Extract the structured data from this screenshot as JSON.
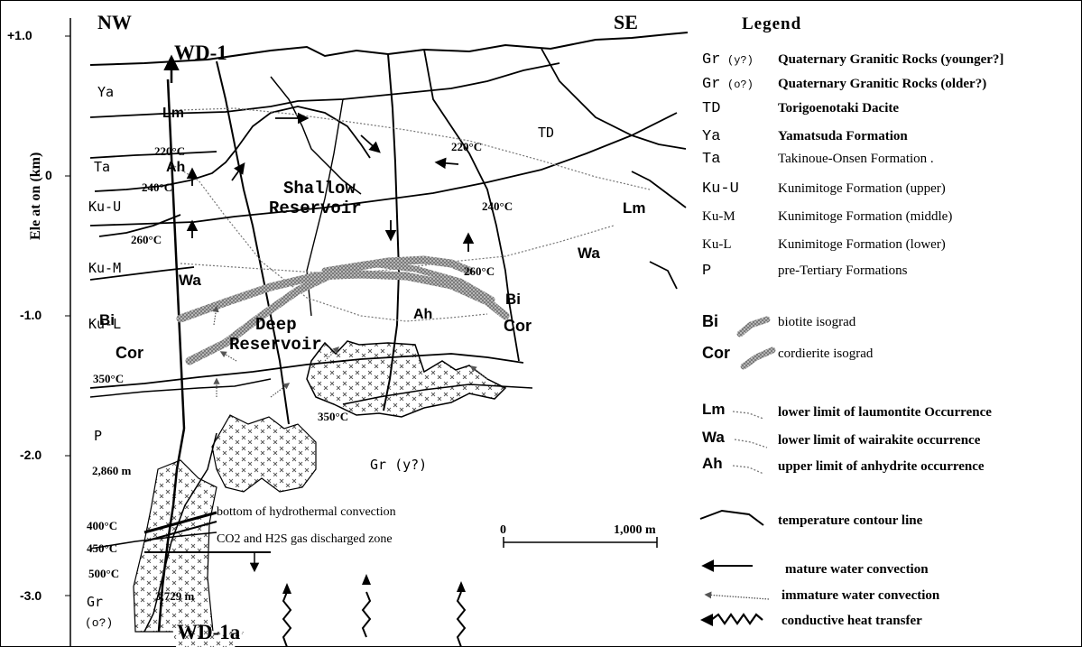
{
  "axis": {
    "label": "Ele at on (km)",
    "ticks": [
      "+1.0",
      "0",
      "-1.0",
      "-2.0",
      "-3.0"
    ]
  },
  "section": {
    "dir_left": "NW",
    "dir_right": "SE",
    "well_top": "WD-1",
    "well_bottom": "WD-1a",
    "reservoir_shallow": [
      "Shallow",
      "Reservoir"
    ],
    "reservoir_deep": [
      "Deep",
      "Reservoir"
    ],
    "formations": {
      "ya": "Ya",
      "td": "TD",
      "ta": "Ta",
      "ku_u": "Ku-U",
      "ku_m": "Ku-M",
      "ku_l": "Ku-L",
      "p": "P",
      "gr_y": "Gr (y?)",
      "gr_o_1": "Gr",
      "gr_o_2": "(o?)"
    },
    "marks": {
      "lm_left": "Lm",
      "lm_right": "Lm",
      "ah_left": "Ah",
      "ah_right": "Ah",
      "wa_left": "Wa",
      "wa_right": "Wa",
      "bi_left": "Bi",
      "bi_right": "Bi",
      "cor_left": "Cor",
      "cor_right": "Cor"
    },
    "temps": {
      "t220_l": "220°C",
      "t220_r": "220°C",
      "t240_l": "240°C",
      "t240_r": "240°C",
      "t260_l": "260°C",
      "t260_r": "260°C",
      "t350_l": "350°C",
      "t350_m": "350°C",
      "t400": "400°C",
      "t450": "450°C",
      "t500": "500°C"
    },
    "depths": {
      "d1": "2,860 m",
      "d2": "3,729 m"
    },
    "notes": {
      "convection_bottom": "bottom of hydrothermal convection",
      "gas_zone": "CO2 and H2S gas discharged zone"
    },
    "scale": {
      "start": "0",
      "end": "1,000 m"
    }
  },
  "legend": {
    "title": "Legend",
    "units": [
      {
        "code": "Gr",
        "sub": "(y?)",
        "text": "Quaternary Granitic Rocks (younger?]"
      },
      {
        "code": "Gr",
        "sub": "(o?)",
        "text": "Quaternary Granitic Rocks (older?)"
      },
      {
        "code": "TD",
        "sub": "",
        "text": "Torigoenotaki Dacite"
      },
      {
        "code": "Ya",
        "sub": "",
        "text": "Yamatsuda Formation"
      },
      {
        "code": "Ta",
        "sub": "",
        "text": "Takinoue-Onsen Formation ."
      },
      {
        "code": "Ku-U",
        "sub": "",
        "text": "Kunimitoge Formation (upper)"
      },
      {
        "code": "Ku-M",
        "sub": "",
        "text": "Kunimitoge Formation (middle)"
      },
      {
        "code": "Ku-L",
        "sub": "",
        "text": "Kunimitoge Formation (lower)"
      },
      {
        "code": "P",
        "sub": "",
        "text": "pre-Tertiary Formations"
      }
    ],
    "isograds": [
      {
        "code": "Bi",
        "text": "biotite isograd"
      },
      {
        "code": "Cor",
        "text": "cordierite isograd"
      }
    ],
    "limits": [
      {
        "code": "Lm",
        "text": "lower limit of laumontite Occurrence"
      },
      {
        "code": "Wa",
        "text": "lower limit of wairakite occurrence"
      },
      {
        "code": "Ah",
        "text": "upper limit of anhydrite occurrence"
      }
    ],
    "symbols": [
      {
        "text": "temperature contour line"
      },
      {
        "text": "mature water convection"
      },
      {
        "text": "immature water convection"
      },
      {
        "text": "conductive heat transfer"
      }
    ]
  }
}
